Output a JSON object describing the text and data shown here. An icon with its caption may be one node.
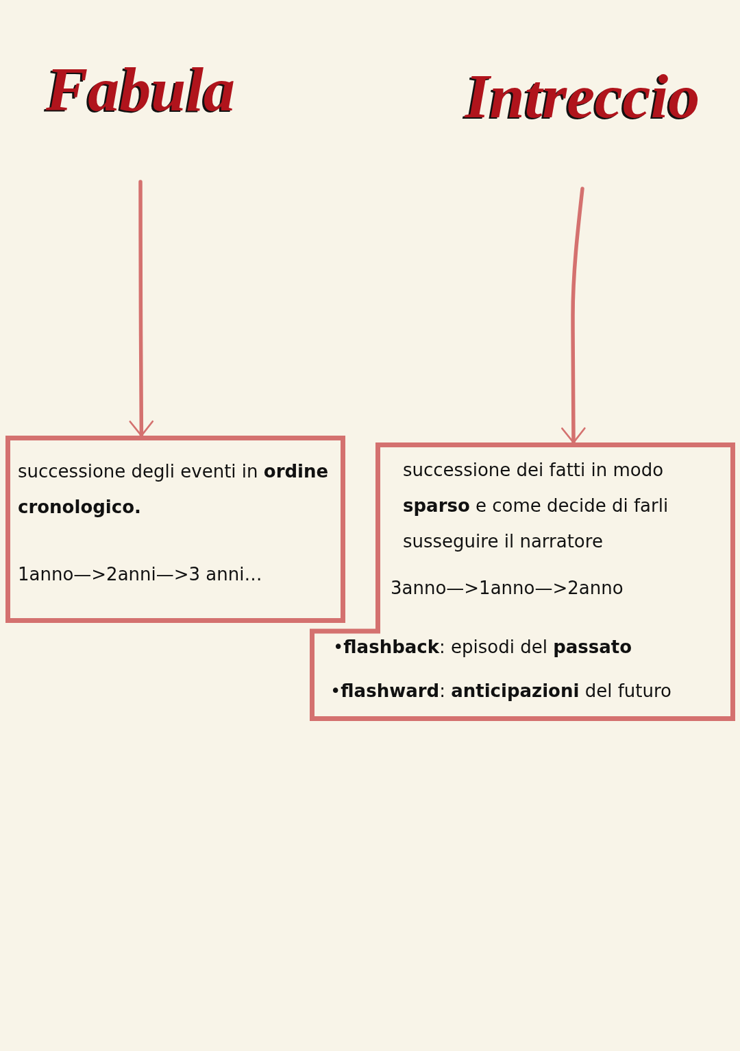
{
  "diagram": {
    "nodes": [
      {
        "text": [
          "Fabula"
        ]
      },
      {
        "text": [
          "Intreccio"
        ]
      },
      {
        "text": [
          "successione degli eventi in **ordine cronologico.**",
          "1anno—>2anni—>3 anni…"
        ]
      },
      {
        "text": [
          "successione dei fatti in modo **sparso** e come decide di farli susseguire il narratore",
          "3anno—>1anno—>2anno",
          "•**flashback**: episodi del **passato**",
          "•**flashward**: **anticipazioni** del futuro"
        ]
      }
    ],
    "edges": [
      {
        "from": 0,
        "to": 2,
        "arrow": "to"
      },
      {
        "from": 1,
        "to": 3,
        "arrow": "to"
      }
    ]
  }
}
